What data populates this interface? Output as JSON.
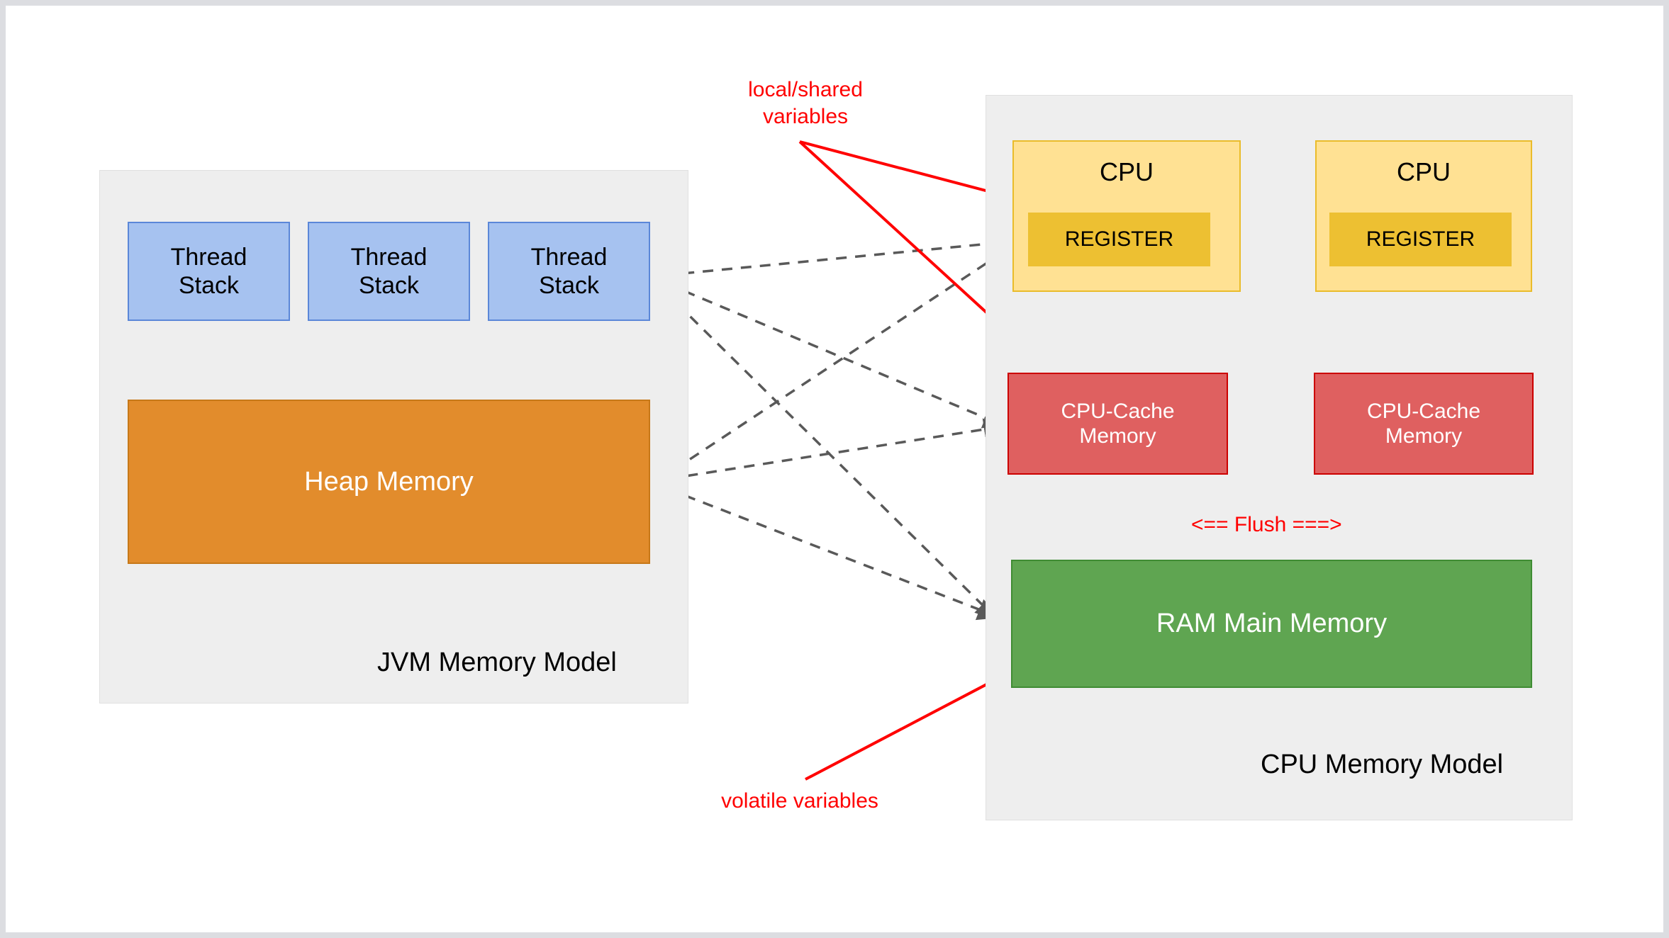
{
  "diagram": {
    "title": "JVM Memory Model and CPU Memory Model",
    "colors": {
      "panel_bg": "#eeeeee",
      "thread_stack": "#a6c2f0",
      "thread_stack_border": "#5b87d8",
      "heap": "#e28c2c",
      "heap_border": "#c77818",
      "cpu": "#ffe193",
      "cpu_border": "#eabc2a",
      "register": "#edc032",
      "cache": "#df6060",
      "cache_border": "#cc0000",
      "ram": "#5fa551",
      "ram_border": "#3f8c33",
      "annotation_red": "#ff0000",
      "dashed_arrow": "#595959"
    }
  },
  "jvm_panel": {
    "title": "JVM Memory Model",
    "thread_stacks": [
      {
        "label": "Thread\nStack"
      },
      {
        "label": "Thread\nStack"
      },
      {
        "label": "Thread\nStack"
      }
    ],
    "heap": {
      "label": "Heap Memory"
    }
  },
  "cpu_panel": {
    "title": "CPU Memory Model",
    "cpus": [
      {
        "label": "CPU",
        "register": {
          "label": "REGISTER"
        },
        "cache": {
          "label": "CPU-Cache\nMemory"
        }
      },
      {
        "label": "CPU",
        "register": {
          "label": "REGISTER"
        },
        "cache": {
          "label": "CPU-Cache\nMemory"
        }
      }
    ],
    "ram": {
      "label": "RAM Main Memory"
    },
    "flush": {
      "label": "<== Flush ===>"
    }
  },
  "annotations": [
    {
      "id": "local-shared-variables",
      "label": "local/shared\nvariables"
    },
    {
      "id": "volatile-variables",
      "label": "volatile variables"
    }
  ]
}
